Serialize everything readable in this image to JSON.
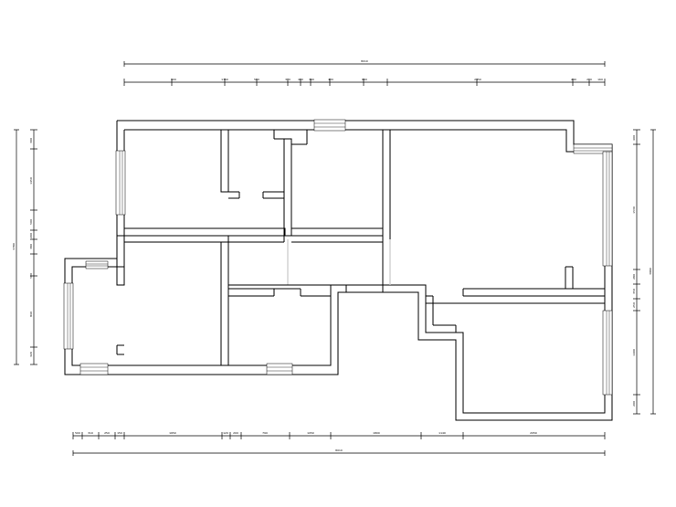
{
  "drawing": {
    "background": "#ffffff",
    "line_color": "#000000"
  },
  "dimensions": {
    "top_total": "8010",
    "top_segments": [
      "600",
      "1750",
      "560",
      "370",
      "480",
      "390",
      "430",
      "660",
      "2050",
      "240",
      "210",
      "160"
    ],
    "bottom_total": "8010",
    "bottom_segments": [
      "500",
      "310",
      "250",
      "150",
      "1650",
      "120",
      "200",
      "790",
      "1050",
      "1800",
      "1140",
      "2050"
    ],
    "left_total": "3780",
    "left_segments": [
      "300",
      "1450",
      "500",
      "200",
      "380",
      "500",
      "840",
      "320"
    ],
    "right_total": "3880",
    "right_segments": [
      "400",
      "1530",
      "280",
      "350",
      "250",
      "1400",
      "200"
    ]
  }
}
